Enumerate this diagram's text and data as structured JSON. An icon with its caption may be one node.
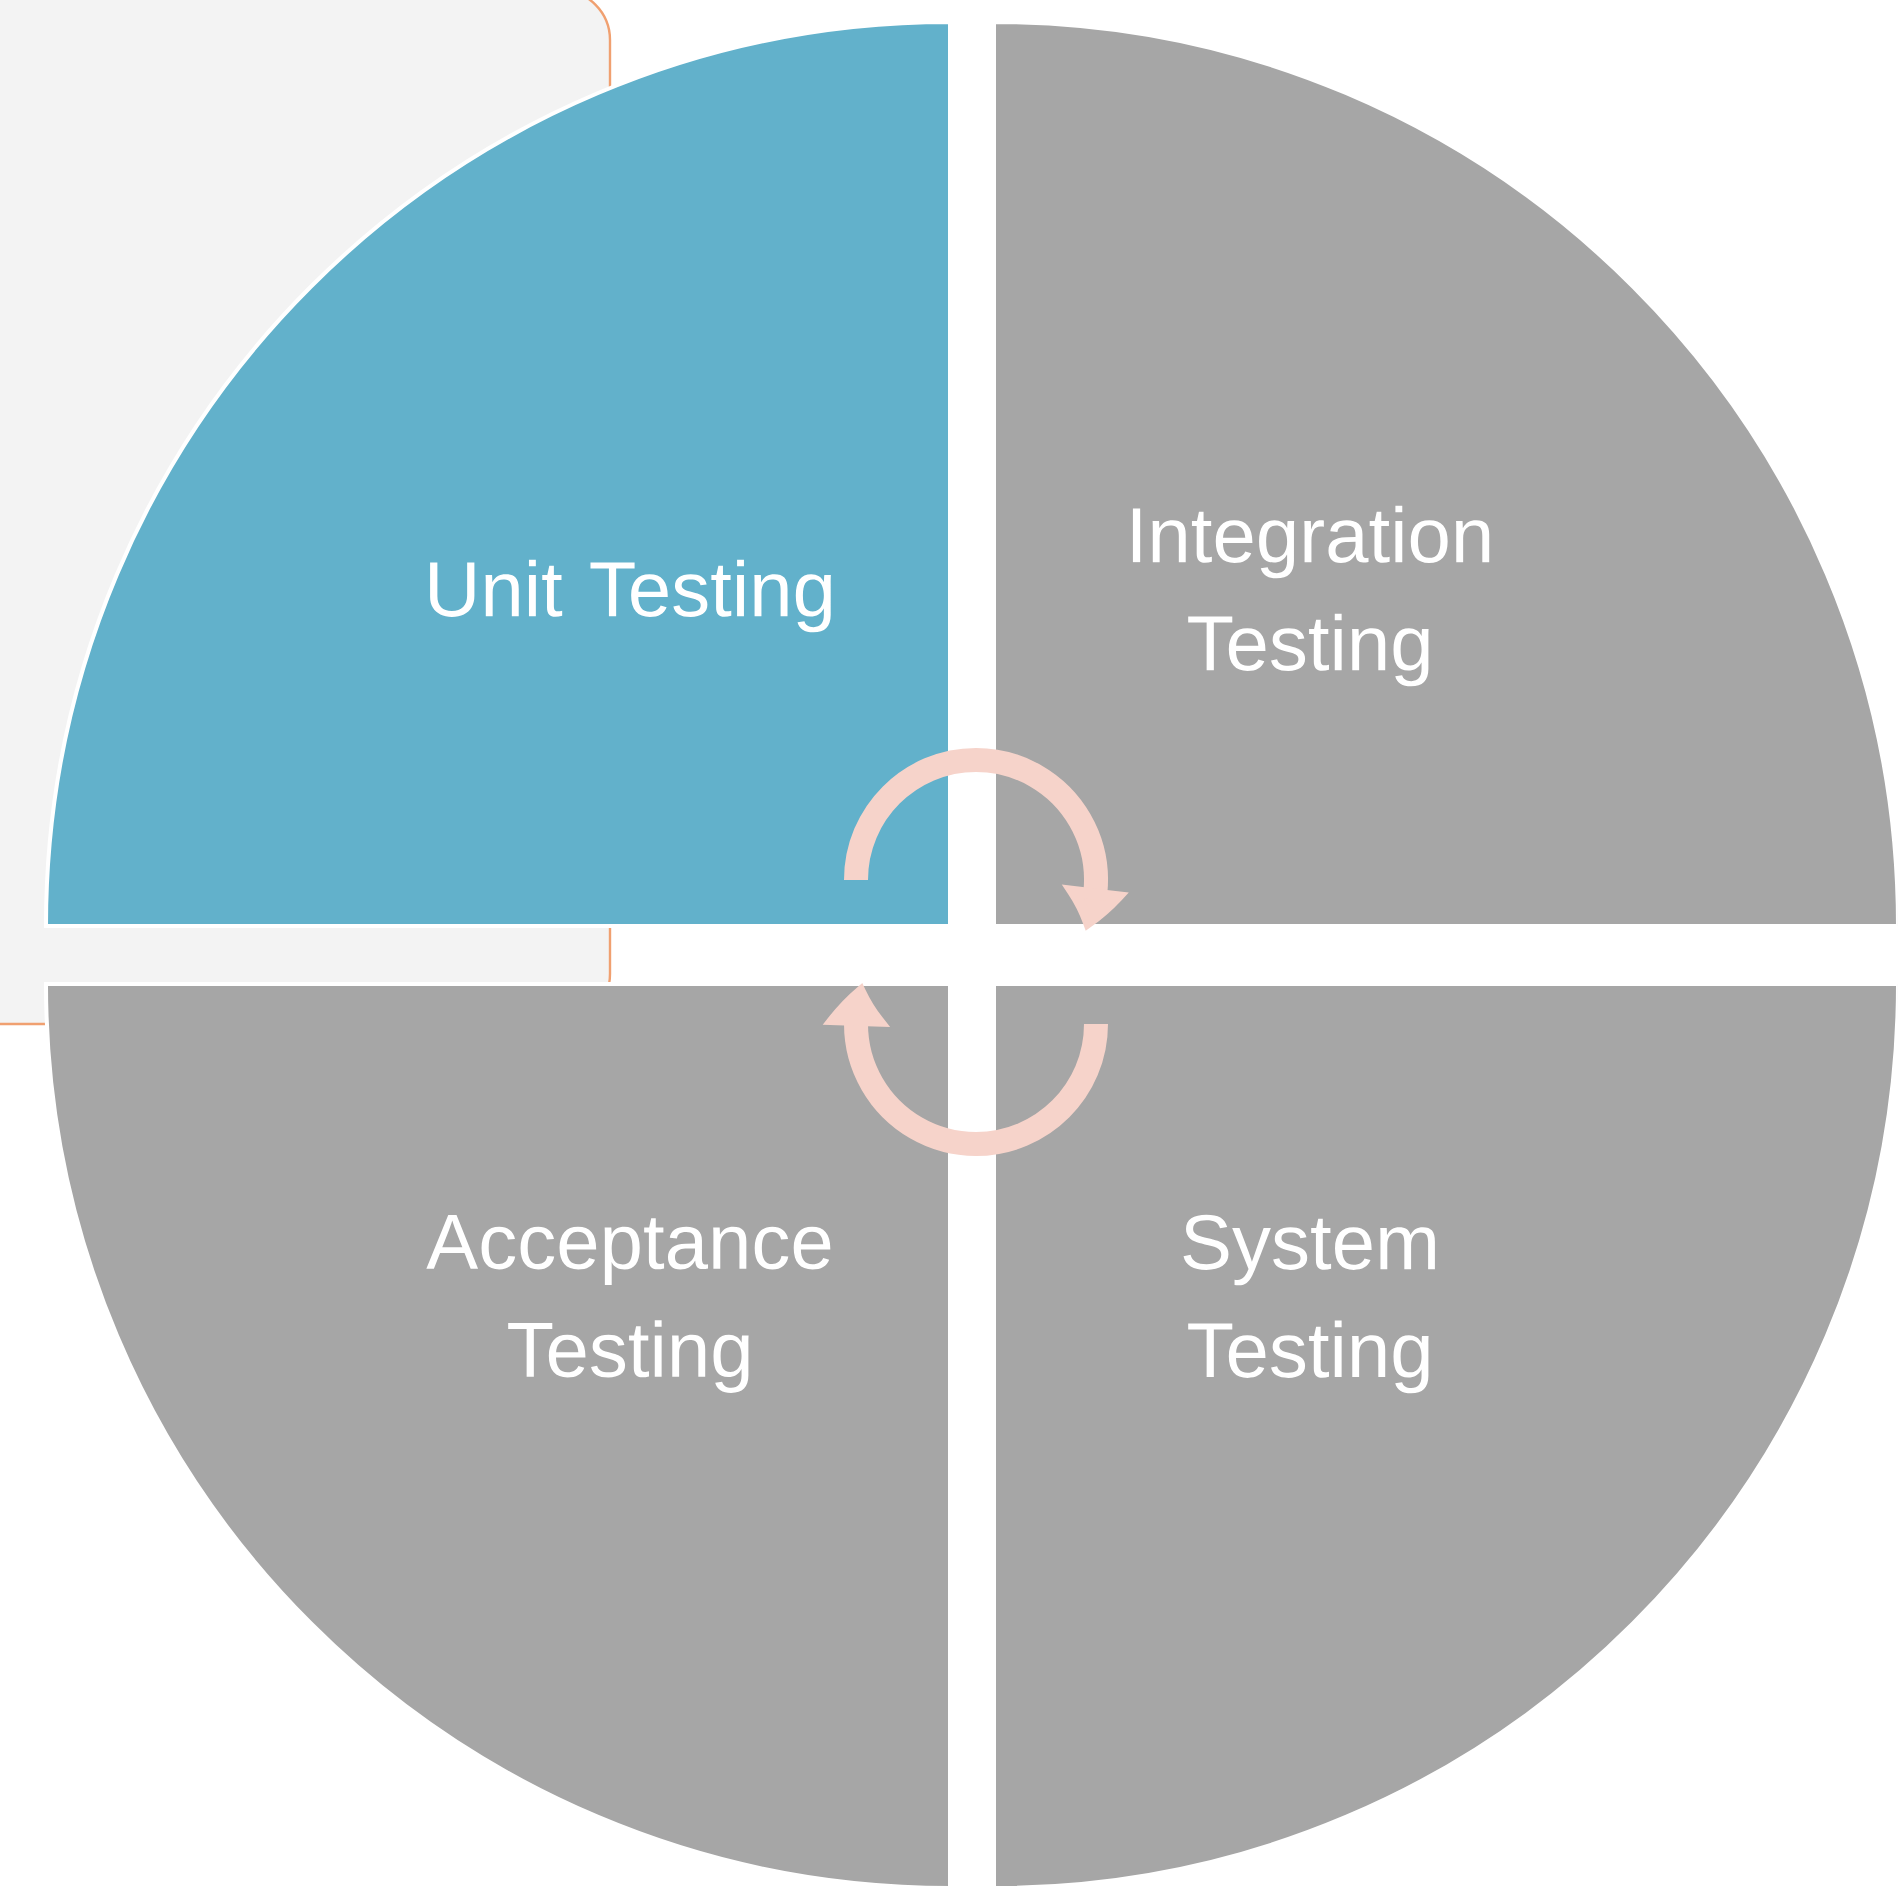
{
  "diagram": {
    "nodes": [
      {
        "text": [
          "Unit Testing"
        ]
      },
      {
        "text": [
          "Integration Testing"
        ]
      },
      {
        "text": [
          "Acceptance Testing"
        ]
      },
      {
        "text": [
          "System Testing"
        ]
      }
    ],
    "edges": [
      {
        "from": 0,
        "to": 1,
        "arrow": "to"
      },
      {
        "from": 3,
        "to": 2,
        "arrow": "to"
      }
    ]
  }
}
